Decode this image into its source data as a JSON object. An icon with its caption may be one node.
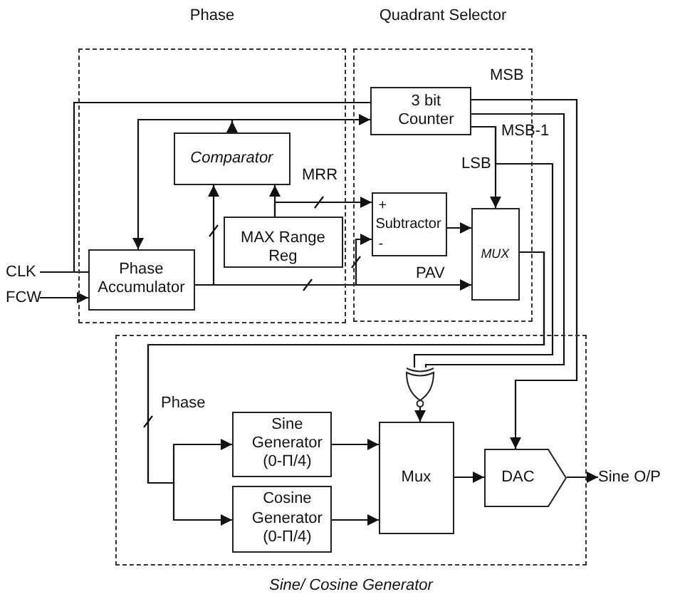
{
  "diagram": {
    "nodes": [
      {
        "text": [
          "Phase"
        ]
      },
      {
        "text": [
          "Comparator"
        ],
        "in": 0
      },
      {
        "text": [
          "MAX Range Reg"
        ],
        "in": 0
      },
      {
        "text": [
          "Phase Accumulator"
        ],
        "in": 0
      },
      {
        "text": [
          "Quadrant Selector"
        ]
      },
      {
        "text": [
          "3 bit Counter"
        ],
        "in": 4
      },
      {
        "text": [
          "+",
          "Subtractor",
          "-"
        ],
        "in": 4
      },
      {
        "text": [
          "MUX"
        ],
        "in": 4
      },
      {
        "text": [
          "Sine/ Cosine Generator"
        ]
      },
      {
        "text": [],
        "shape": "gate",
        "in": 8
      },
      {
        "text": [
          "Sine Generator (0-Π/4)"
        ],
        "in": 8
      },
      {
        "text": [
          "Cosine Generator (0-Π/4)"
        ],
        "in": 8
      },
      {
        "text": [
          "Mux"
        ],
        "in": 8
      },
      {
        "text": [
          "DAC"
        ],
        "in": 8
      },
      {
        "text": [
          "CLK"
        ]
      },
      {
        "text": [
          "FCW"
        ]
      },
      {
        "text": [
          "Sine O/P"
        ]
      }
    ],
    "edges": [
      {
        "from": 14,
        "to": 3,
        "arrow": "to"
      },
      {
        "from": 14,
        "to": 5,
        "arrow": "to"
      },
      {
        "from": 15,
        "to": 3,
        "arrow": "to"
      },
      {
        "from": 3,
        "to": 1,
        "arrow": "to"
      },
      {
        "from": 3,
        "to": 6,
        "arrow": "to"
      },
      {
        "from": 3,
        "to": 7,
        "arrow": "to"
      },
      {
        "from": 1,
        "to": 3,
        "arrow": "to"
      },
      {
        "from": 1,
        "to": 5,
        "arrow": "to"
      },
      {
        "from": 2,
        "to": 1,
        "arrow": "to"
      },
      {
        "from": 2,
        "to": 6,
        "arrow": "to"
      },
      {
        "from": 6,
        "to": 7,
        "arrow": "to"
      },
      {
        "from": 5,
        "to": 7,
        "arrow": "to"
      },
      {
        "from": 5,
        "to": 9,
        "arrow": "none"
      },
      {
        "from": 5,
        "to": 9,
        "arrow": "none"
      },
      {
        "from": 5,
        "to": 13,
        "arrow": "to"
      },
      {
        "from": 7,
        "to": 10,
        "arrow": "to"
      },
      {
        "from": 7,
        "to": 11,
        "arrow": "to"
      },
      {
        "from": 9,
        "to": 12,
        "arrow": "to"
      },
      {
        "from": 10,
        "to": 12,
        "arrow": "to"
      },
      {
        "from": 11,
        "to": 12,
        "arrow": "to"
      },
      {
        "from": 12,
        "to": 13,
        "arrow": "to"
      },
      {
        "from": 13,
        "to": 16,
        "arrow": "to"
      }
    ],
    "labels": [
      "MSB",
      "MSB-1",
      "MRR",
      "LSB",
      "PAV",
      "Phase"
    ]
  }
}
